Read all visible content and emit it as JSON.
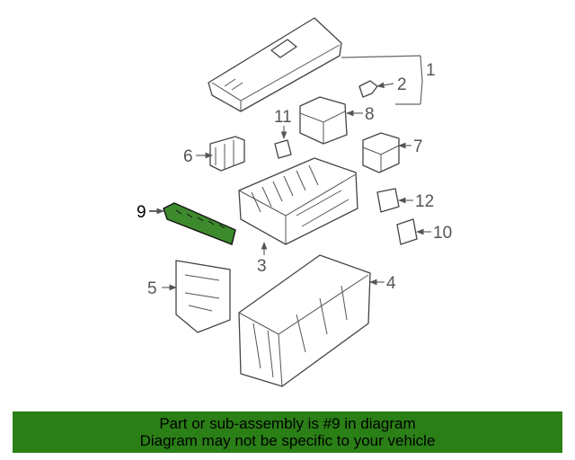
{
  "callouts": [
    "1",
    "2",
    "3",
    "4",
    "5",
    "6",
    "7",
    "8",
    "9",
    "10",
    "11",
    "12"
  ],
  "highlighted_part": "9",
  "highlight_color": "#2a7f16",
  "banner": {
    "line1": "Part or sub-assembly is #9 in diagram",
    "line2": "Diagram may not be specific to your vehicle"
  }
}
